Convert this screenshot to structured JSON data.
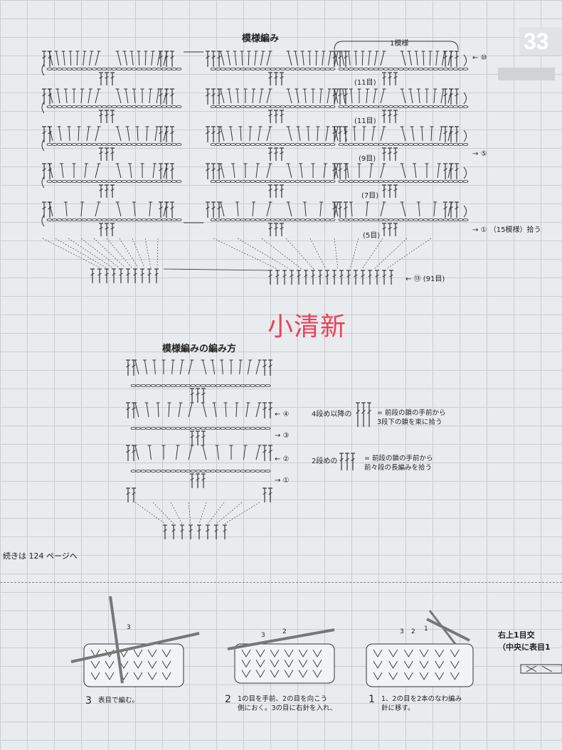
{
  "page_number": "33",
  "diagram_top": {
    "title": "模様編み",
    "repeat_label": "1模様",
    "row_markers": [
      "⑩",
      "⑤",
      "①"
    ],
    "row_one_note": "（15模様）拾う",
    "stitch_counts": [
      "(11目)",
      "(11目)",
      "(9目)",
      "(7目)",
      "(5目)"
    ],
    "foundation_marker": "⑬",
    "foundation_note": "(91目)"
  },
  "watermark": "小清新",
  "diagram_method": {
    "title": "模様編みの編み方",
    "row_markers": [
      "④",
      "③",
      "②",
      "①"
    ],
    "note_row4_label": "4段め以降の",
    "note_row4_text": "= 前段の鎖の手前から\n3段下の鎖を束に拾う",
    "note_row2_label": "2段めの",
    "note_row2_text": "= 前段の鎖の手前から\n前々段の長編みを拾う"
  },
  "continue_note": "続きは 124 ページへ",
  "steps": [
    {
      "num": "3",
      "text": "表目で編む。"
    },
    {
      "num": "2",
      "text": "1の目を手前、2の目を向こう\n側におく。3の目に右針を入れ、"
    },
    {
      "num": "1",
      "text": "1、2の目を2本のなわ編み\n針に移す。"
    }
  ],
  "step_needle_labels": [
    "3",
    "3",
    "2",
    "3",
    "2",
    "1"
  ],
  "side_title": "右上1目交\n（中央に表目1",
  "colors": {
    "ink": "#333333",
    "accent": "#ee3f57",
    "background": "#e9ecef"
  }
}
